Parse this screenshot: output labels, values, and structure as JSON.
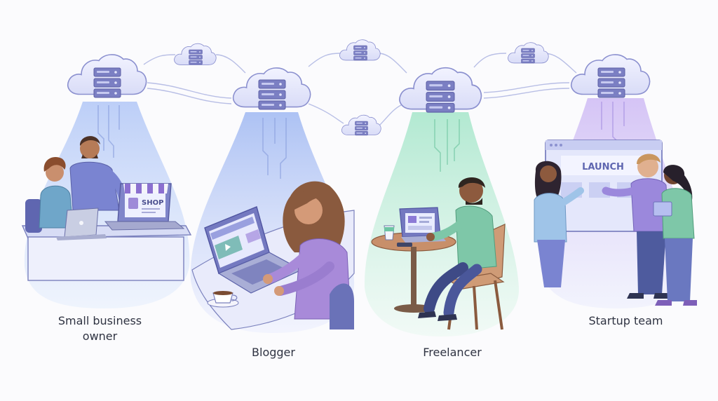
{
  "scenes": [
    {
      "caption_lines": [
        "Small business",
        "owner"
      ]
    },
    {
      "caption_lines": [
        "Blogger"
      ]
    },
    {
      "caption_lines": [
        "Freelancer"
      ]
    },
    {
      "caption_lines": [
        "Startup team"
      ]
    }
  ],
  "signs": {
    "shop": "SHOP",
    "launch": "LAUNCH"
  },
  "colors": {
    "cloud_fill": "#e7e8fb",
    "cloud_stroke": "#7f86c8",
    "server": "#6d72b8",
    "beam_blue": "#bcd3f7",
    "beam_green": "#c6efdc",
    "beam_violet": "#d8c9f6",
    "accent_purple": "#8f78d8",
    "caption_text": "#2f3342"
  },
  "icons": [
    "cloud-server-icon",
    "server-rack-icon",
    "coffee-cup-icon",
    "video-play-icon",
    "store-awning-icon"
  ]
}
